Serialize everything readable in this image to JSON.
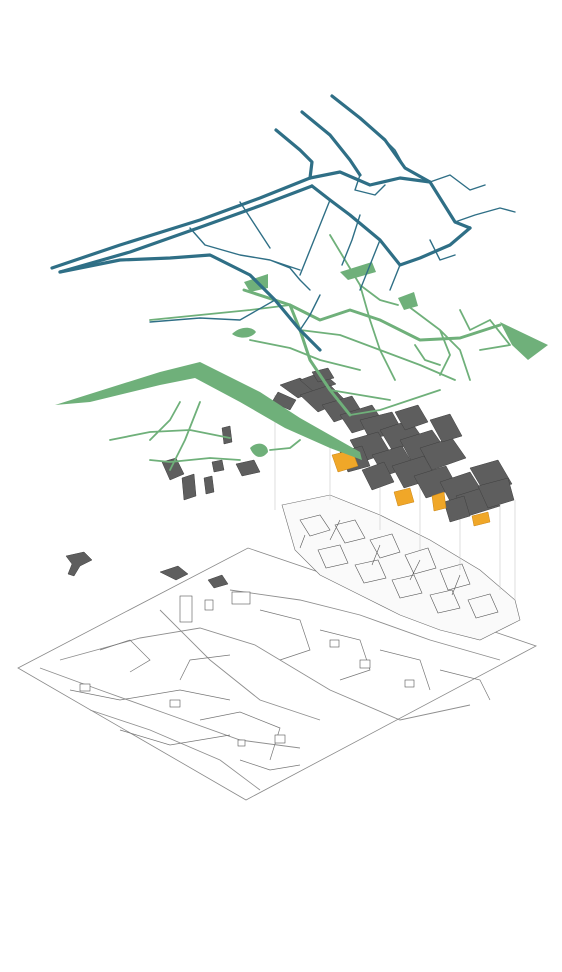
{
  "figure": {
    "colors": {
      "water_network": "#2f6f86",
      "green_network": "#6fb07a",
      "buildings": "#5e5e5e",
      "highlighted_buildings": "#f0a728",
      "base_plan_lines": "#777777"
    },
    "layers": [
      "water-network-layer",
      "green-network-layer",
      "buildings-layer",
      "base-plan-layer"
    ]
  }
}
